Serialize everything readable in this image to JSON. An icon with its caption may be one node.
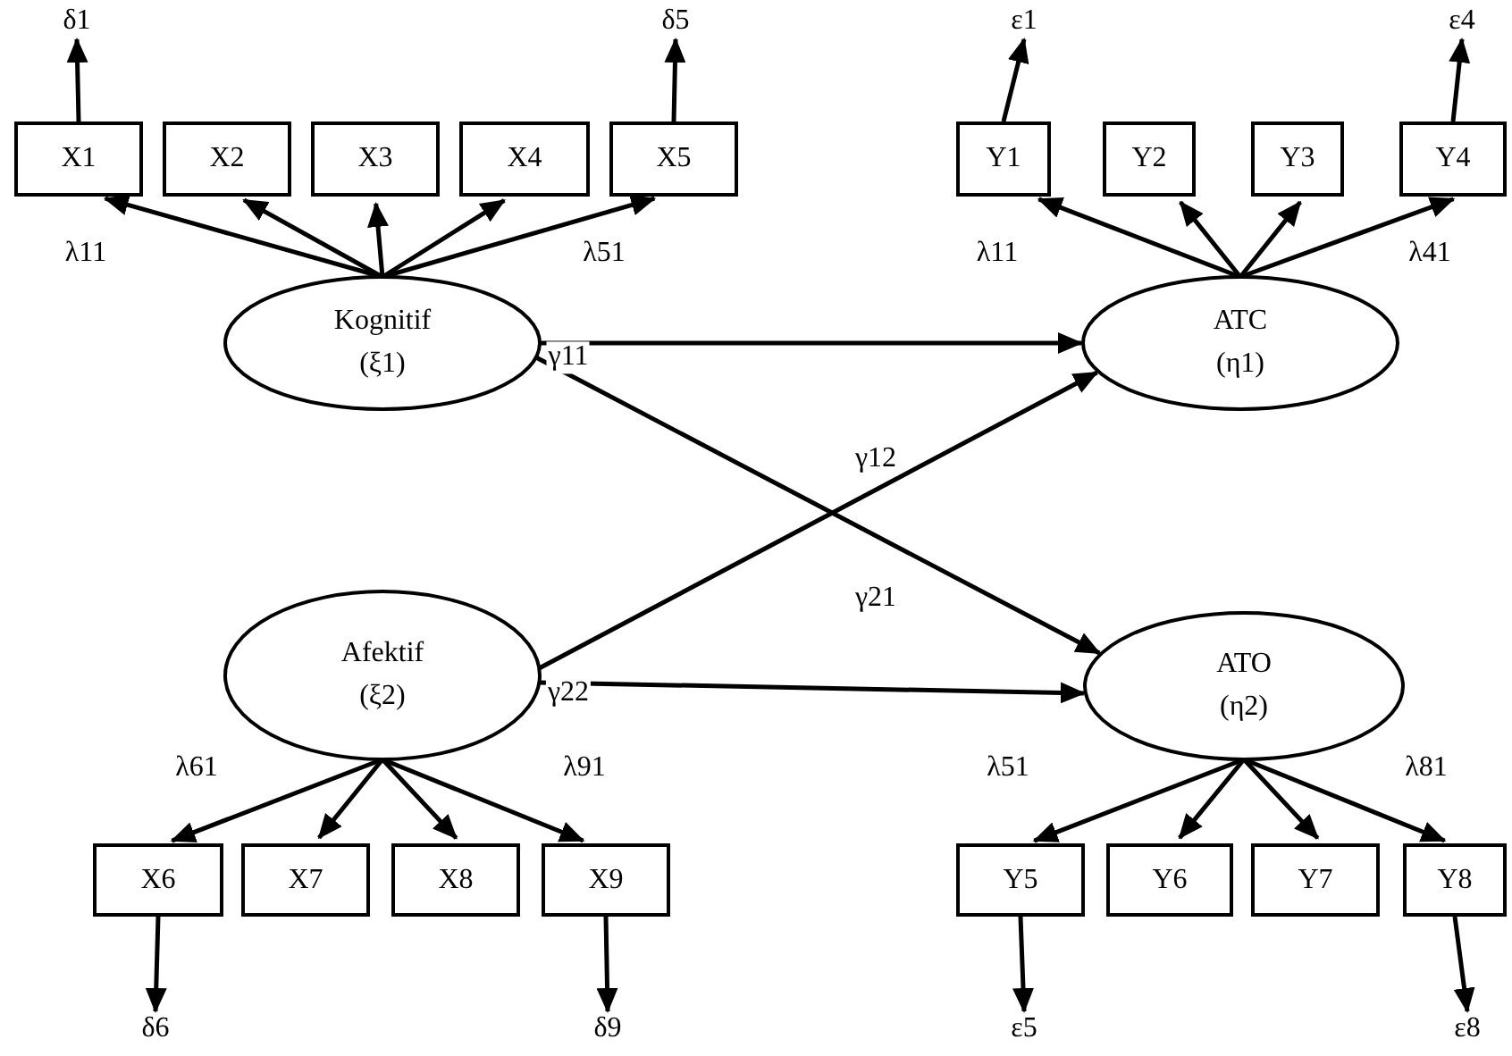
{
  "diagram": {
    "nodes": [
      {
        "text": [
          "δ1"
        ]
      },
      {
        "text": [
          "δ5"
        ]
      },
      {
        "text": [
          "ε1"
        ]
      },
      {
        "text": [
          "ε4"
        ]
      },
      {
        "text": [
          "X1"
        ]
      },
      {
        "text": [
          "X2"
        ]
      },
      {
        "text": [
          "X3"
        ]
      },
      {
        "text": [
          "X4"
        ]
      },
      {
        "text": [
          "X5"
        ]
      },
      {
        "text": [
          "Y1"
        ]
      },
      {
        "text": [
          "Y2"
        ]
      },
      {
        "text": [
          "Y3"
        ]
      },
      {
        "text": [
          "Y4"
        ]
      },
      {
        "text": [
          "Kognitif",
          "(ξ1)"
        ]
      },
      {
        "text": [
          "ATC",
          "(η1)"
        ]
      },
      {
        "text": [
          "Afektif",
          "(ξ2)"
        ]
      },
      {
        "text": [
          "ATO",
          "(η2)"
        ]
      },
      {
        "text": [
          "X6"
        ]
      },
      {
        "text": [
          "X7"
        ]
      },
      {
        "text": [
          "X8"
        ]
      },
      {
        "text": [
          "X9"
        ]
      },
      {
        "text": [
          "Y5"
        ]
      },
      {
        "text": [
          "Y6"
        ]
      },
      {
        "text": [
          "Y7"
        ]
      },
      {
        "text": [
          "Y8"
        ]
      },
      {
        "text": [
          "δ6"
        ]
      },
      {
        "text": [
          "δ9"
        ]
      },
      {
        "text": [
          "ε5"
        ]
      },
      {
        "text": [
          "ε8"
        ]
      }
    ],
    "edges": [
      {
        "from": 13,
        "to": 4,
        "arrow": "to",
        "label": "λ11"
      },
      {
        "from": 13,
        "to": 5,
        "arrow": "to"
      },
      {
        "from": 13,
        "to": 6,
        "arrow": "to"
      },
      {
        "from": 13,
        "to": 7,
        "arrow": "to"
      },
      {
        "from": 13,
        "to": 8,
        "arrow": "to",
        "label": "λ51"
      },
      {
        "from": 14,
        "to": 9,
        "arrow": "to",
        "label": "λ11"
      },
      {
        "from": 14,
        "to": 10,
        "arrow": "to"
      },
      {
        "from": 14,
        "to": 11,
        "arrow": "to"
      },
      {
        "from": 14,
        "to": 12,
        "arrow": "to",
        "label": "λ41"
      },
      {
        "from": 4,
        "to": 0,
        "arrow": "to"
      },
      {
        "from": 8,
        "to": 1,
        "arrow": "to"
      },
      {
        "from": 9,
        "to": 2,
        "arrow": "to"
      },
      {
        "from": 12,
        "to": 3,
        "arrow": "to"
      },
      {
        "from": 13,
        "to": 14,
        "arrow": "to",
        "label": "γ11"
      },
      {
        "from": 13,
        "to": 16,
        "arrow": "to",
        "label": "γ21"
      },
      {
        "from": 15,
        "to": 14,
        "arrow": "to",
        "label": "γ12"
      },
      {
        "from": 15,
        "to": 16,
        "arrow": "to",
        "label": "γ22"
      },
      {
        "from": 15,
        "to": 17,
        "arrow": "to",
        "label": "λ61"
      },
      {
        "from": 15,
        "to": 18,
        "arrow": "to"
      },
      {
        "from": 15,
        "to": 19,
        "arrow": "to"
      },
      {
        "from": 15,
        "to": 20,
        "arrow": "to",
        "label": "λ91"
      },
      {
        "from": 16,
        "to": 21,
        "arrow": "to",
        "label": "λ51"
      },
      {
        "from": 16,
        "to": 22,
        "arrow": "to"
      },
      {
        "from": 16,
        "to": 23,
        "arrow": "to"
      },
      {
        "from": 16,
        "to": 24,
        "arrow": "to",
        "label": "λ81"
      },
      {
        "from": 17,
        "to": 25,
        "arrow": "to"
      },
      {
        "from": 20,
        "to": 26,
        "arrow": "to"
      },
      {
        "from": 21,
        "to": 27,
        "arrow": "to"
      },
      {
        "from": 24,
        "to": 28,
        "arrow": "to"
      }
    ]
  }
}
